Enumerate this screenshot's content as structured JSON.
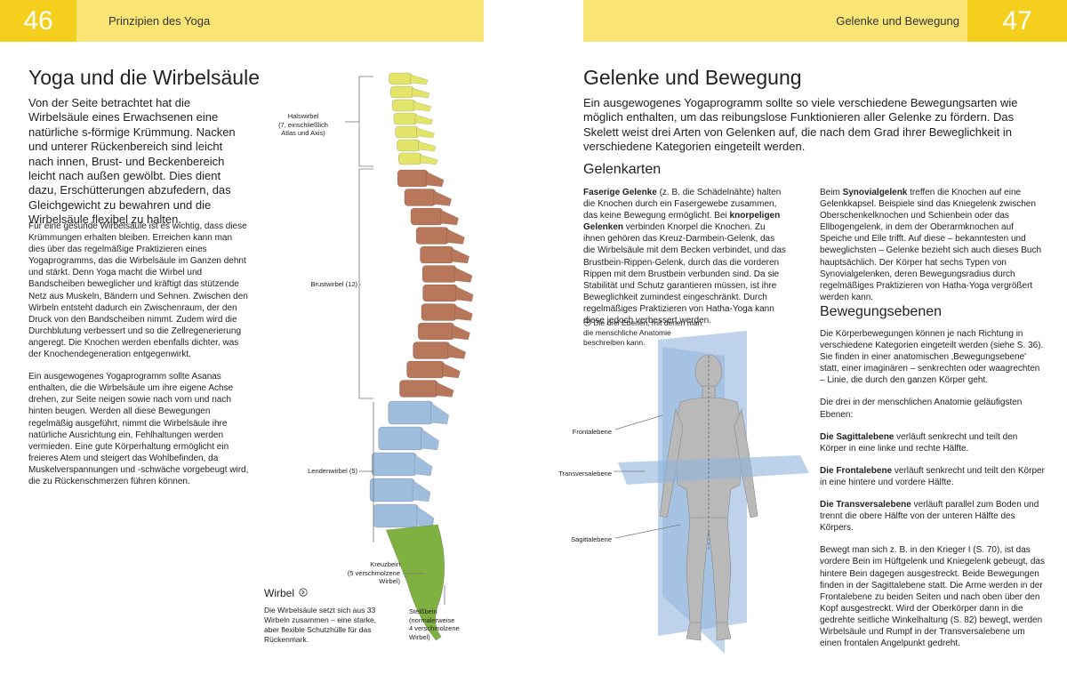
{
  "left_page": {
    "page_number": "46",
    "running_head": "Prinzipien des Yoga",
    "title": "Yoga und die Wirbelsäule",
    "lead": "Von der Seite betrachtet hat die Wirbelsäule eines Erwachsenen eine natürliche s-förmige Krümmung. Nacken und unterer Rückenbereich sind leicht nach innen, Brust- und Beckenbereich leicht nach außen gewölbt. Dies dient dazu, Erschütterungen abzufedern, das Gleichgewicht zu bewahren und die Wirbelsäule flexibel zu halten.",
    "paragraphs": [
      "Für eine gesunde Wirbelsäule ist es wichtig, dass diese Krümmungen erhalten bleiben. Erreichen kann man dies über das regelmäßige Praktizieren eines Yogaprogramms, das die Wirbelsäule im Ganzen dehnt und stärkt. Denn Yoga macht die Wirbel und Bandscheiben beweglicher und kräftigt das stützende Netz aus Muskeln, Bändern und Sehnen. Zwischen den Wirbeln entsteht dadurch ein Zwischenraum, der den Druck von den Bandscheiben nimmt. Zudem wird die Durchblutung verbessert und so die Zellregenerierung angeregt. Die Knochen werden ebenfalls dichter, was der Knochendegeneration entgegenwirkt.",
      "Ein ausgewogenes Yogaprogramm sollte Asanas enthalten, die die Wirbelsäule um ihre eigene Achse drehen, zur Seite neigen sowie nach vorn und nach hinten beugen. Werden all diese Bewegungen regelmäßig ausgeführt, nimmt die Wirbelsäule ihre natürliche Ausrichtung ein, Fehlhaltungen werden vermieden. Eine gute Körperhaltung ermöglicht ein freieres Atem und steigert das Wohlbefinden, da Muskelverspannungen und -schwäche vorgebeugt wird, die zu Rückenschmerzen führen können."
    ],
    "spine_labels": {
      "cervical": "Halswirbel\n(7, einschließlich\nAtlas und Axis)",
      "thoracic": "Brustwirbel (12)",
      "lumbar": "Lendenwirbel (5)",
      "sacrum": "Kreuzbein\n(5 verschmolzene\nWirbel)",
      "coccyx": "Steißbein\n(normalerweise\n4 verschmolzene\nWirbel)"
    },
    "caption_title": "Wirbel",
    "caption_icon": "arrow-right-circle-icon",
    "caption": "Die Wirbelsäule setzt sich aus 33 Wirbeln zusammen – eine starke, aber flexible Schutzhülle für das Rückenmark.",
    "colors": {
      "cervical": "#e3e46a",
      "thoracic": "#b8775a",
      "lumbar": "#9fbddd",
      "sacrum": "#7fb140"
    }
  },
  "right_page": {
    "page_number": "47",
    "running_head": "Gelenke und Bewegung",
    "title": "Gelenke und Bewegung",
    "lead": "Ein ausgewogenes Yogaprogramm sollte so viele verschiedene Bewegungsarten wie möglich enthalten, um das reibungslose Funktionieren aller Gelenke zu fördern. Das Skelett weist drei Arten von Gelenken auf, die nach dem Grad ihrer Beweglichkeit in verschiedene Kategorien eingeteilt werden.",
    "section1_title": "Gelenkarten",
    "col1_p1_b1": "Faserige Gelenke",
    "col1_p1_t1": " (z. B. die Schädelnähte) halten die Knochen durch ein Fasergewebe zusammen, das keine Bewegung ermöglicht. Bei ",
    "col1_p1_b2": "knorpeligen Gelenken",
    "col1_p1_t2": " verbinden Knorpel die Knochen. Zu ihnen gehören das Kreuz-Darmbein-Gelenk, das die Wirbelsäule mit dem Becken verbindet, und das Brustbein-Rippen-Gelenk, durch das die vorderen Rippen mit dem Brustbein verbunden sind. Da sie Stabilität und Schutz garantieren müssen, ist ihre Beweglichkeit zumindest eingeschränkt. Durch regelmäßiges Praktizieren von Hatha-Yoga kann diese jedoch verbessert werden.",
    "figure_caption": "Die drei Ebenen, mit denen man die menschliche Anatomie beschreiben kann.",
    "figure_caption_icon": "arrow-down-circle-icon",
    "plane_labels": {
      "frontal": "Frontalebene",
      "transversal": "Transversalebene",
      "sagittal": "Sagittalebene"
    },
    "col2_p1_t1": "Beim ",
    "col2_p1_b1": "Synovialgelenk",
    "col2_p1_t2": " treffen die Knochen auf eine Gelenkkapsel. Beispiele sind das Kniegelenk zwischen Oberschenkelknochen und Schienbein oder das Ellbogengelenk, in dem der Oberarmknochen auf Speiche und Elle trifft. Auf diese – bekanntesten und beweglichsten – Gelenke bezieht sich auch dieses Buch hauptsächlich. Der Körper hat sechs Typen von Synovialgelenken, deren Bewegungsradius durch regelmäßiges Praktizieren von Hatha-Yoga vergrößert werden kann.",
    "section2_title": "Bewegungsebenen",
    "col2_p2": "Die Körperbewegungen können je nach Richtung in verschiedene Kategorien eingeteilt werden (siehe S. 36). Sie finden in einer anatomischen ‚Bewegungsebene' statt, einer imaginären – senkrechten oder waagrechten – Linie, die durch den ganzen Körper geht.",
    "col2_p3": "Die drei in der menschlichen Anatomie geläufigsten Ebenen:",
    "sag_b": "Die Sagittalebene",
    "sag_t": " verläuft senkrecht und teilt den Körper in eine linke und rechte Hälfte.",
    "fro_b": "Die Frontalebene",
    "fro_t": " verläuft senkrecht und teilt den Körper in eine hintere und vordere Hälfte.",
    "tra_b": "Die Transversalebene",
    "tra_t": " verläuft parallel zum Boden und trennt die obere Hälfte von der unteren Hälfte des Körpers.",
    "col2_p4": "Bewegt man sich z. B. in den Krieger I (S. 70), ist das vordere Bein im Hüftgelenk und Kniegelenk gebeugt, das hintere Bein dagegen ausgestreckt. Beide Bewegungen finden in der Sagittalebene statt. Die Arme werden in der Frontalebene zu beiden Seiten und nach oben über den Kopf ausgestreckt. Wird der Oberkörper dann in die gedrehte seitliche Winkelhaltung (S. 82) bewegt, werden Wirbelsäule und Rumpf in der Transversalebene um einen frontalen Angelpunkt gedreht."
  },
  "colors": {
    "header_band": "#fbe675",
    "page_number_box": "#f5cf1e",
    "plane": "#8fb4dc"
  }
}
